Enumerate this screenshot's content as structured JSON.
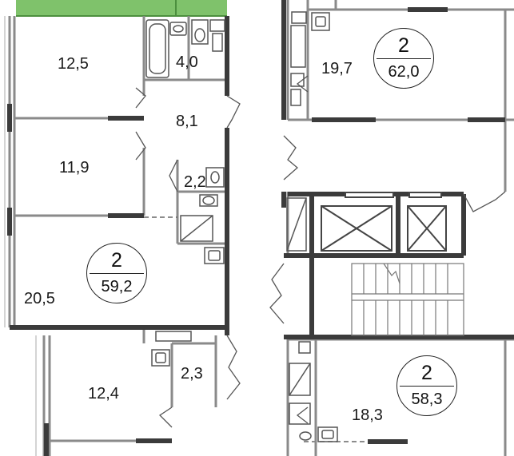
{
  "plan": {
    "colors": {
      "wall": "#3b3b3b",
      "thin_wall": "#8a8a8a",
      "balcony_green": "#7fc26b",
      "fixture": "#555555"
    },
    "rooms": {
      "r1": "12,5",
      "r2": "4,0",
      "r3": "8,1",
      "r4": "11,9",
      "r5": "2,2",
      "r6": "20,5",
      "r7": "12,4",
      "r8": "2,3",
      "r9": "19,7",
      "r10": "18,3"
    },
    "apartments": [
      {
        "rooms": "2",
        "area": "59,2"
      },
      {
        "rooms": "2",
        "area": "62,0"
      },
      {
        "rooms": "2",
        "area": "58,3"
      }
    ]
  }
}
